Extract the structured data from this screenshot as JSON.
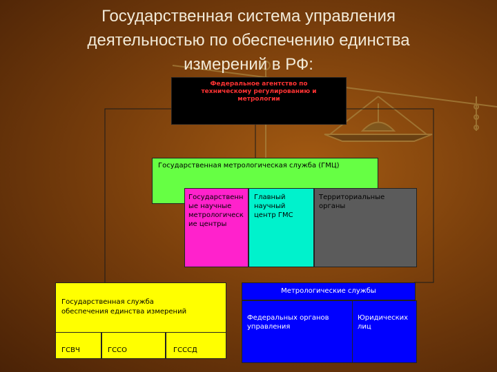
{
  "slide": {
    "title_lines": [
      "Государственная система управления",
      "деятельностью по обеспечению единства",
      "измерений в РФ:"
    ]
  },
  "diagram": {
    "agency": {
      "lines": [
        "Федеральное агентство по",
        "техническому регулированию и",
        "метрологии"
      ]
    },
    "gms": {
      "label": "Государственная метрологическая служба (ГМЦ)",
      "centers_lines": [
        "Государственн",
        "ые научные",
        "метрологическ",
        "ие центры"
      ],
      "main_center_lines": [
        "Главный",
        "научный",
        "центр ГМС"
      ],
      "territorial_lines": [
        "Территориальные",
        "органы"
      ]
    },
    "gsoei": {
      "label_lines": [
        "Государственная служба",
        "обеспечения единства измерений"
      ],
      "units": [
        "ГСВЧ",
        "ГССО",
        "ГСССД"
      ]
    },
    "metro_services": {
      "label": "Метрологические службы",
      "federal_lines": [
        "Федеральных органов",
        "управления"
      ],
      "legal_lines": [
        "Юридических",
        "лиц"
      ]
    },
    "colors": {
      "agency": "#000000",
      "gms": "#66ff44",
      "centers": "#ff22cc",
      "main_center": "#00f2cc",
      "territorial": "#5b5b5b",
      "gsoei": "#ffff00",
      "metro": "#0000ff"
    }
  }
}
